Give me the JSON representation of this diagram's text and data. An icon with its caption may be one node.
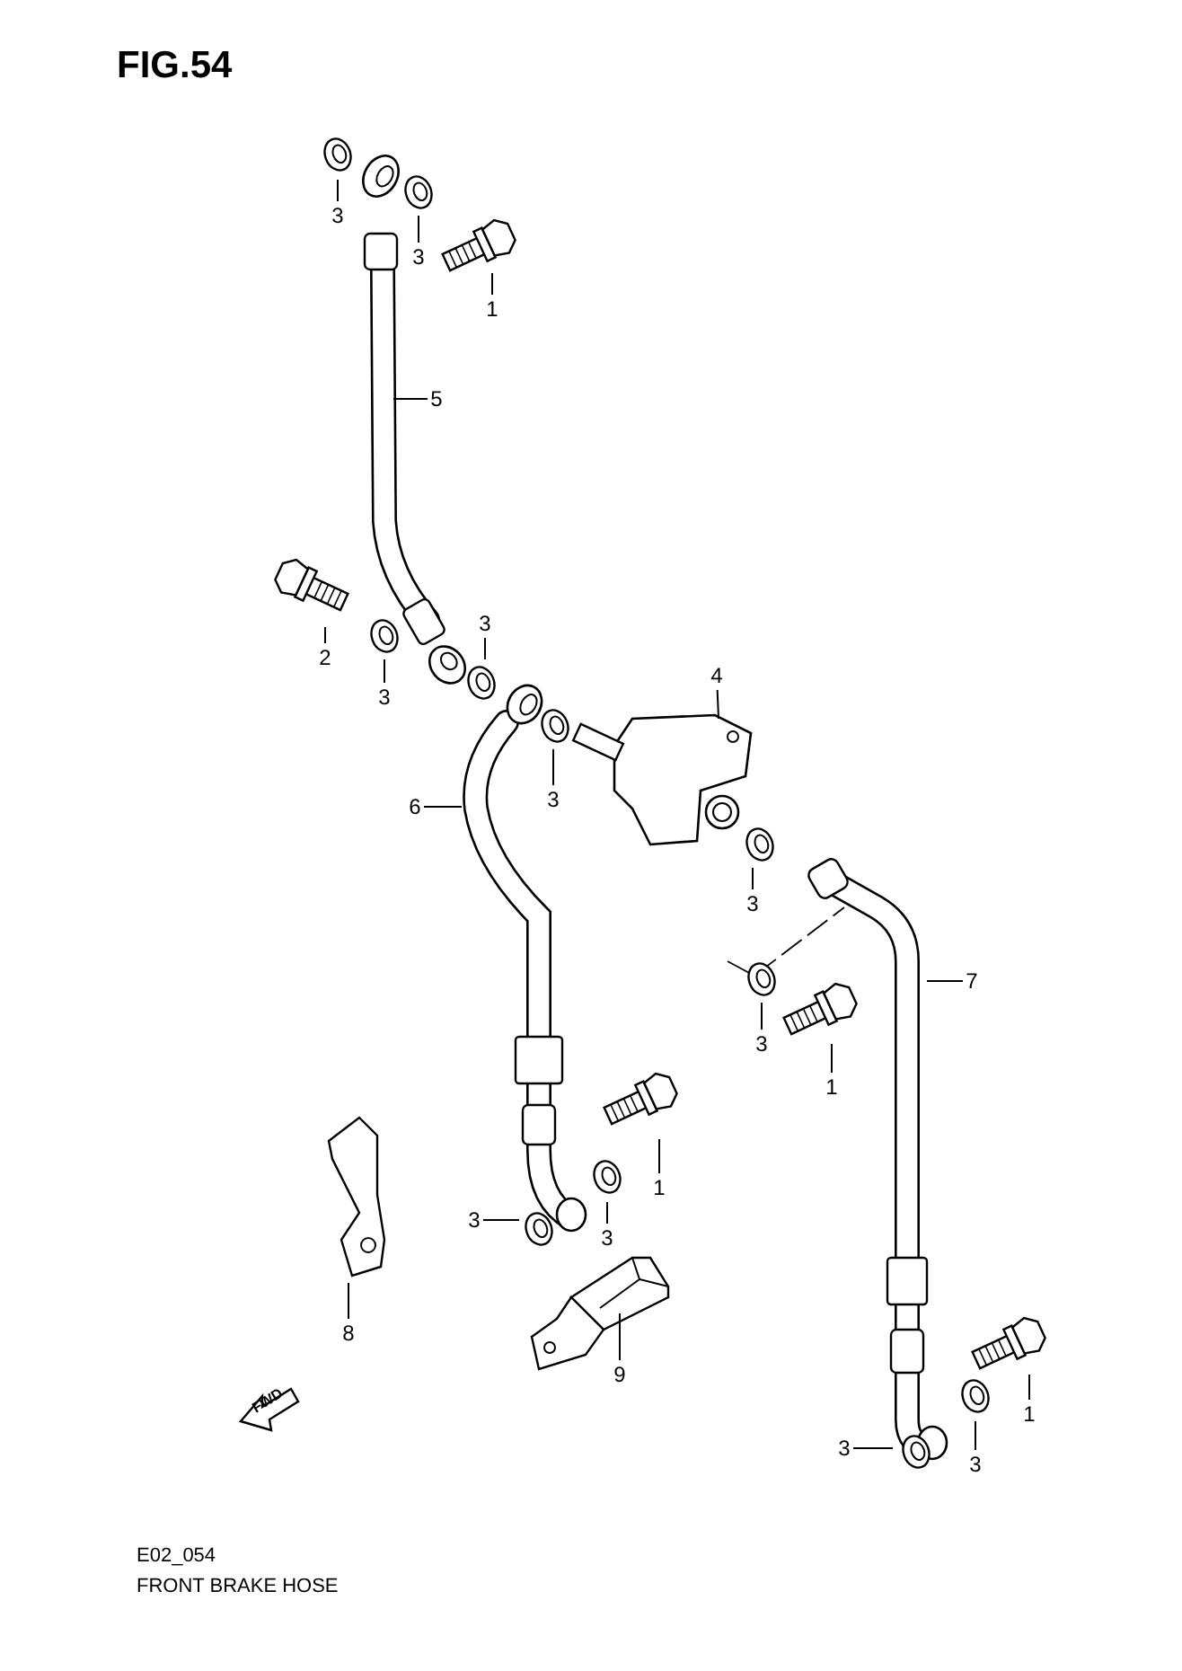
{
  "diagram": {
    "title": "FIG.54",
    "nodes": [
      {
        "text": [
          "3"
        ]
      },
      {
        "text": [
          "3"
        ]
      },
      {
        "text": [
          "1"
        ]
      },
      {
        "text": [
          "5"
        ]
      },
      {
        "text": [
          "2"
        ]
      },
      {
        "text": [
          "3"
        ]
      },
      {
        "text": [
          "3"
        ]
      },
      {
        "text": [
          "3"
        ]
      },
      {
        "text": [
          "4"
        ]
      },
      {
        "text": [
          "6"
        ]
      },
      {
        "text": [
          "3"
        ]
      },
      {
        "text": [
          "7"
        ]
      },
      {
        "text": [
          "3"
        ]
      },
      {
        "text": [
          "1"
        ]
      },
      {
        "text": [
          "3"
        ]
      },
      {
        "text": [
          "3"
        ]
      },
      {
        "text": [
          "1"
        ]
      },
      {
        "text": [
          "8"
        ]
      },
      {
        "text": [
          "9"
        ]
      },
      {
        "text": [
          "3"
        ]
      },
      {
        "text": [
          "3"
        ]
      },
      {
        "text": [
          "1"
        ]
      }
    ],
    "edges": [
      {
        "from": 0,
        "to": null,
        "arrow": "none"
      },
      {
        "from": 1,
        "to": null,
        "arrow": "none"
      },
      {
        "from": 2,
        "to": null,
        "arrow": "none"
      },
      {
        "from": 3,
        "to": null,
        "arrow": "none"
      },
      {
        "from": 4,
        "to": null,
        "arrow": "none"
      },
      {
        "from": 5,
        "to": null,
        "arrow": "none"
      },
      {
        "from": 6,
        "to": null,
        "arrow": "none"
      },
      {
        "from": 7,
        "to": null,
        "arrow": "none"
      },
      {
        "from": 8,
        "to": null,
        "arrow": "none"
      },
      {
        "from": 9,
        "to": null,
        "arrow": "none"
      },
      {
        "from": 10,
        "to": null,
        "arrow": "none"
      },
      {
        "from": 11,
        "to": null,
        "arrow": "none"
      },
      {
        "from": 12,
        "to": null,
        "arrow": "none"
      },
      {
        "from": 13,
        "to": null,
        "arrow": "none"
      },
      {
        "from": 14,
        "to": null,
        "arrow": "none"
      },
      {
        "from": 15,
        "to": null,
        "arrow": "none"
      },
      {
        "from": 16,
        "to": null,
        "arrow": "none"
      },
      {
        "from": 17,
        "to": null,
        "arrow": "none"
      },
      {
        "from": 18,
        "to": null,
        "arrow": "none"
      },
      {
        "from": 19,
        "to": null,
        "arrow": "none"
      },
      {
        "from": 20,
        "to": null,
        "arrow": "none"
      },
      {
        "from": 21,
        "to": null,
        "arrow": "none"
      }
    ],
    "labels": [
      "FWD",
      "E02_054",
      "FRONT BRAKE HOSE"
    ]
  }
}
